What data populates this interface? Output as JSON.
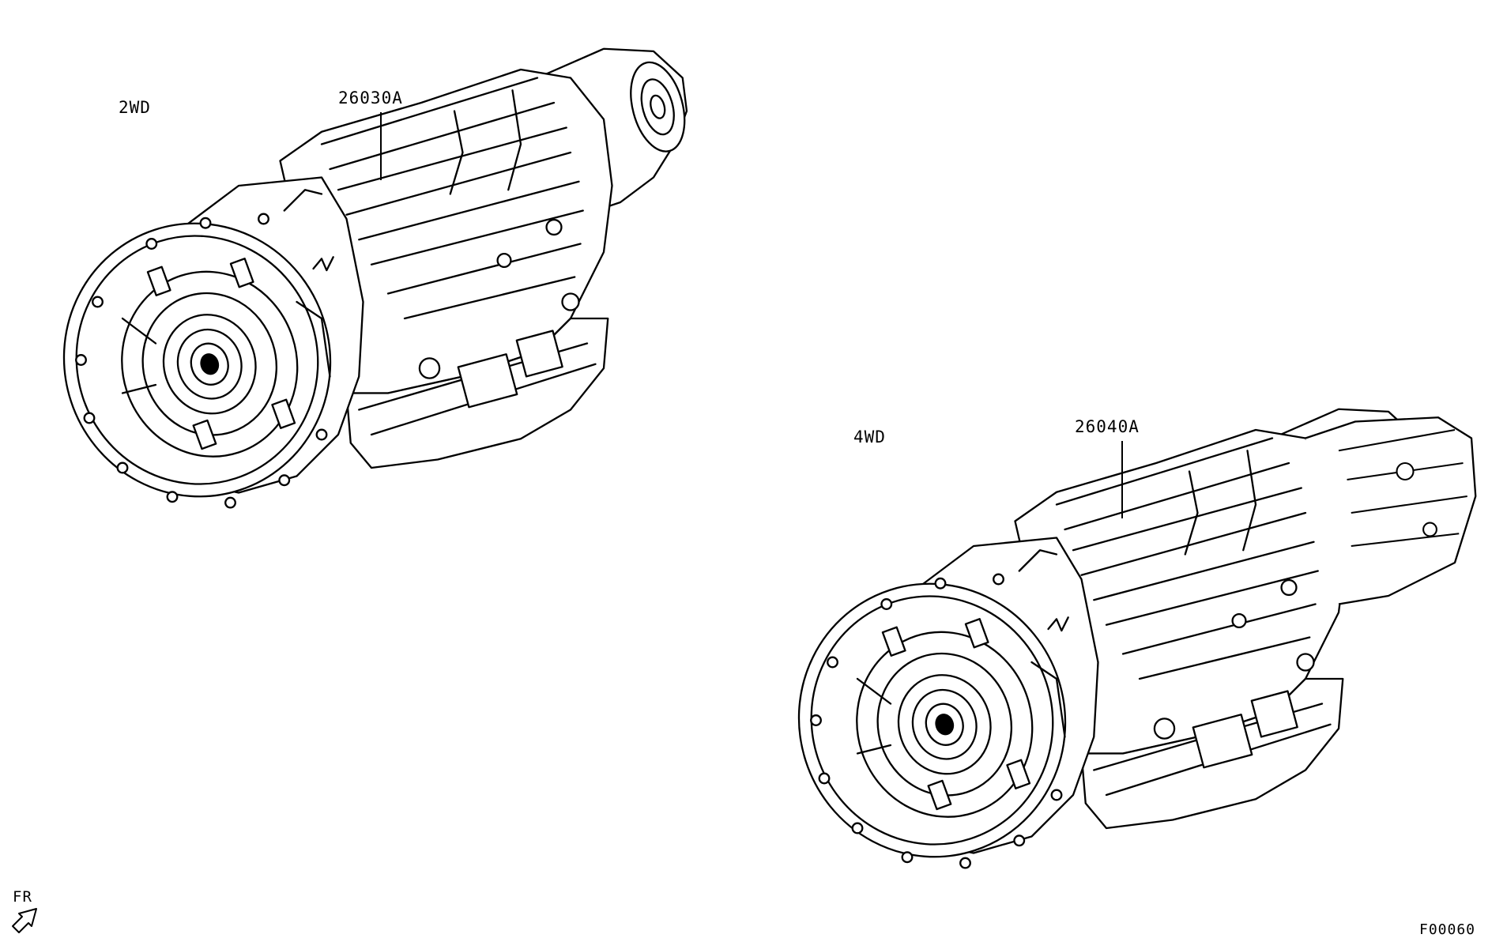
{
  "diagram": {
    "assemblies": [
      {
        "variant": "2WD",
        "part_number": "26030A"
      },
      {
        "variant": "4WD",
        "part_number": "26040A"
      }
    ],
    "direction_label": "FR",
    "figure_code": "F00060"
  },
  "colors": {
    "ink": "#000000",
    "paper": "#ffffff"
  },
  "icons": [
    "front-direction-arrow-icon"
  ]
}
